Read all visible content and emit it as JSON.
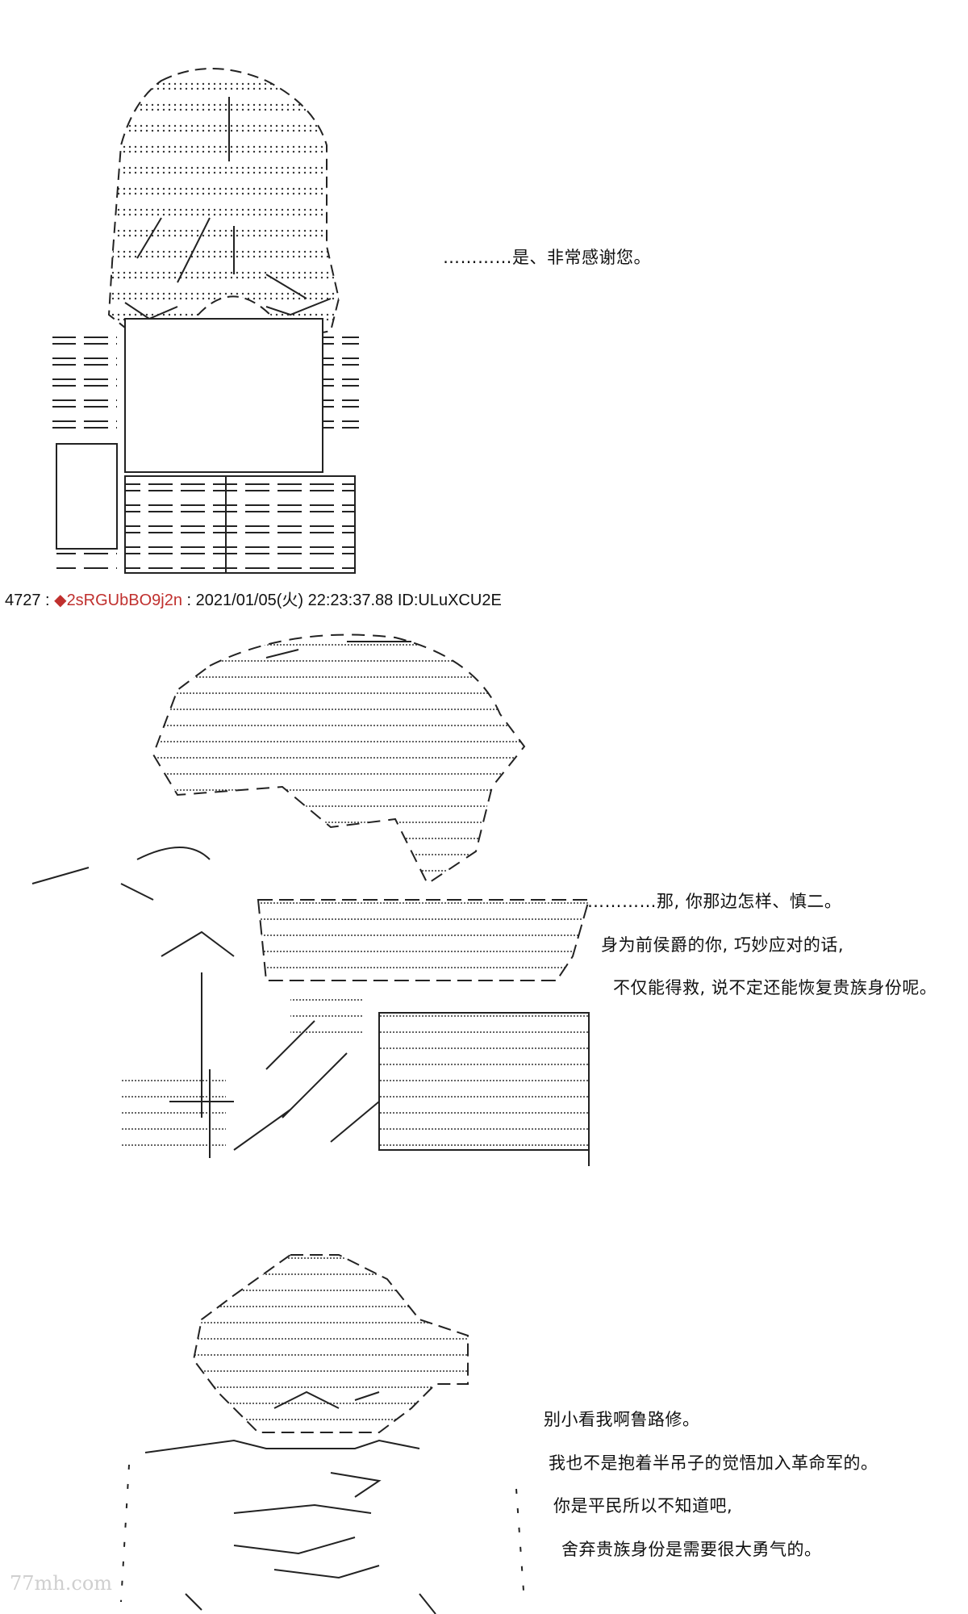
{
  "post1": {
    "dialogue": [
      "…………是、非常感谢您。"
    ]
  },
  "post_header": {
    "number": "4727",
    "sep1": " : ",
    "trip_mark": "◆",
    "trip": "2sRGUbBO9j2n",
    "sep2": " : ",
    "datetime": "2021/01/05(火) 22:23:37.88",
    "id": "ID:ULuXCU2E",
    "trip_color": "#c0302e"
  },
  "post2": {
    "dialogue": [
      "…………那, 你那边怎样、慎二。",
      "身为前侯爵的你, 巧妙应对的话,",
      "不仅能得救, 说不定还能恢复贵族身份呢。"
    ]
  },
  "post3": {
    "dialogue": [
      "别小看我啊鲁路修。",
      "我也不是抱着半吊子的觉悟加入革命军的。",
      "你是平民所以不知道吧,",
      "舍弃贵族身份是需要很大勇气的。"
    ]
  },
  "watermark": "77mh.com"
}
